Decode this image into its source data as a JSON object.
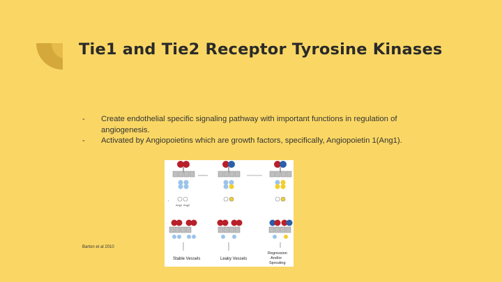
{
  "slide": {
    "title": "Tie1 and Tie2 Receptor Tyrosine Kinases",
    "bullets": [
      {
        "marker": "-",
        "text": "Create endothelial specific signaling pathway with important functions in regulation of angiogenesis."
      },
      {
        "marker": "-",
        "text": "Activated by Angiopoietins which are growth factors, specifically, Angiopoietin 1(Ang1)."
      }
    ],
    "citation": "Barton et al 2010"
  },
  "figure": {
    "labels": {
      "stable": "Stable Vessels",
      "leaky": "Leaky Vessels",
      "regression": "Regression",
      "and_or": "And/or",
      "sprouting": "Sprouting",
      "ang1": "Ang1",
      "ang2": "Ang2"
    }
  },
  "colors": {
    "background": "#fad764",
    "decor": "#e4b846",
    "receptor_red": "#b8202a",
    "receptor_blue": "#2b5fa8",
    "light_blue": "#9cc4ea",
    "yellow": "#f2cf2c"
  }
}
